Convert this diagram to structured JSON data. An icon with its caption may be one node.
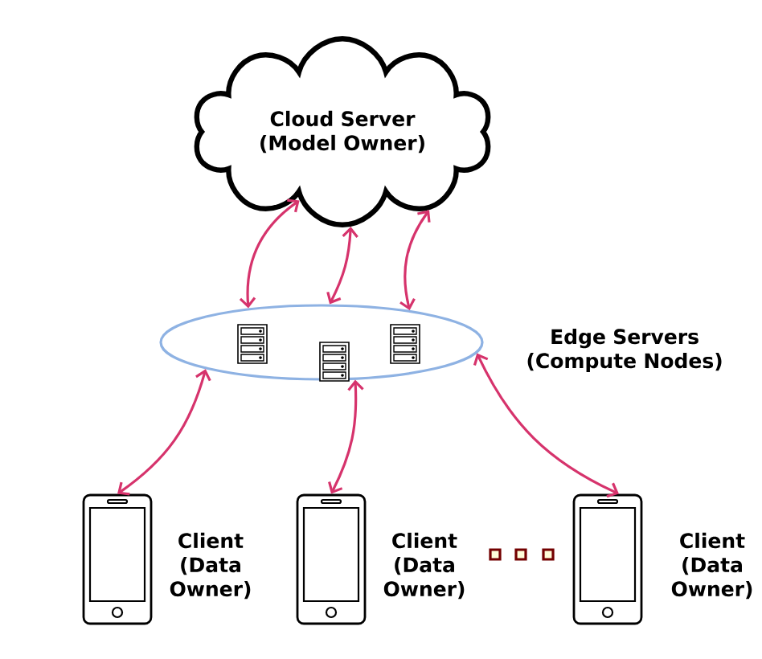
{
  "diagram": {
    "nodes": [
      {
        "text": [
          "Cloud Server (Model Owner)"
        ]
      },
      {
        "text": [
          "Edge Servers (Compute Nodes)"
        ]
      },
      {
        "text": [
          "Client (Data Owner)"
        ]
      },
      {
        "text": [
          "Client (Data Owner)"
        ]
      },
      {
        "text": [
          "Client (Data Owner)"
        ]
      }
    ],
    "edges": [
      {
        "from": 0,
        "to": 1,
        "arrow": "both"
      },
      {
        "from": 0,
        "to": 1,
        "arrow": "both"
      },
      {
        "from": 0,
        "to": 1,
        "arrow": "both"
      },
      {
        "from": 1,
        "to": 2,
        "arrow": "both"
      },
      {
        "from": 1,
        "to": 3,
        "arrow": "both"
      },
      {
        "from": 1,
        "to": 4,
        "arrow": "both"
      }
    ]
  }
}
